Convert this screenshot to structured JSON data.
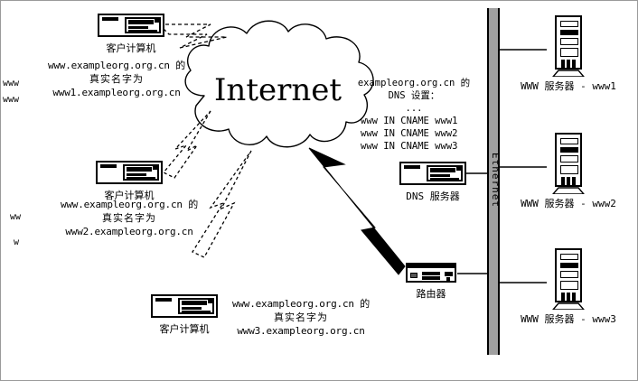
{
  "diagram": {
    "cloud_label": "Internet",
    "backbone_label": "Ethernet",
    "clients": [
      {
        "name": "client-top",
        "label": "客户计算机"
      },
      {
        "name": "client-middle",
        "label": "客户计算机"
      },
      {
        "name": "client-bottom",
        "label": "客户计算机"
      }
    ],
    "notes": [
      {
        "line1": "www.exampleorg.org.cn 的",
        "line2": "真实名字为",
        "line3": "www1.exampleorg.org.cn"
      },
      {
        "line1": "www.exampleorg.org.cn 的",
        "line2": "真实名字为",
        "line3": "www2.exampleorg.org.cn"
      },
      {
        "line1": "www.exampleorg.org.cn 的",
        "line2": "真实名字为",
        "line3": "www3.exampleorg.org.cn"
      }
    ],
    "edge_fragments": [
      "www",
      "www",
      "ww",
      "w"
    ],
    "dns_config": {
      "line1": "exampleorg.org.cn 的",
      "line2": "DNS 设置：",
      "ellipsis": "...",
      "records": [
        "www IN CNAME www1",
        "www IN CNAME www2",
        "www IN CNAME www3"
      ]
    },
    "dns_server_label": "DNS 服务器",
    "router_label": "路由器",
    "servers": [
      {
        "name": "www-server-1",
        "label": "WWW 服务器 - www1"
      },
      {
        "name": "www-server-2",
        "label": "WWW 服务器 - www2"
      },
      {
        "name": "www-server-3",
        "label": "WWW 服务器 - www3"
      }
    ],
    "colors": {
      "stroke": "#000000",
      "backbone_fill": "#a0a0a0",
      "background": "#ffffff"
    }
  }
}
